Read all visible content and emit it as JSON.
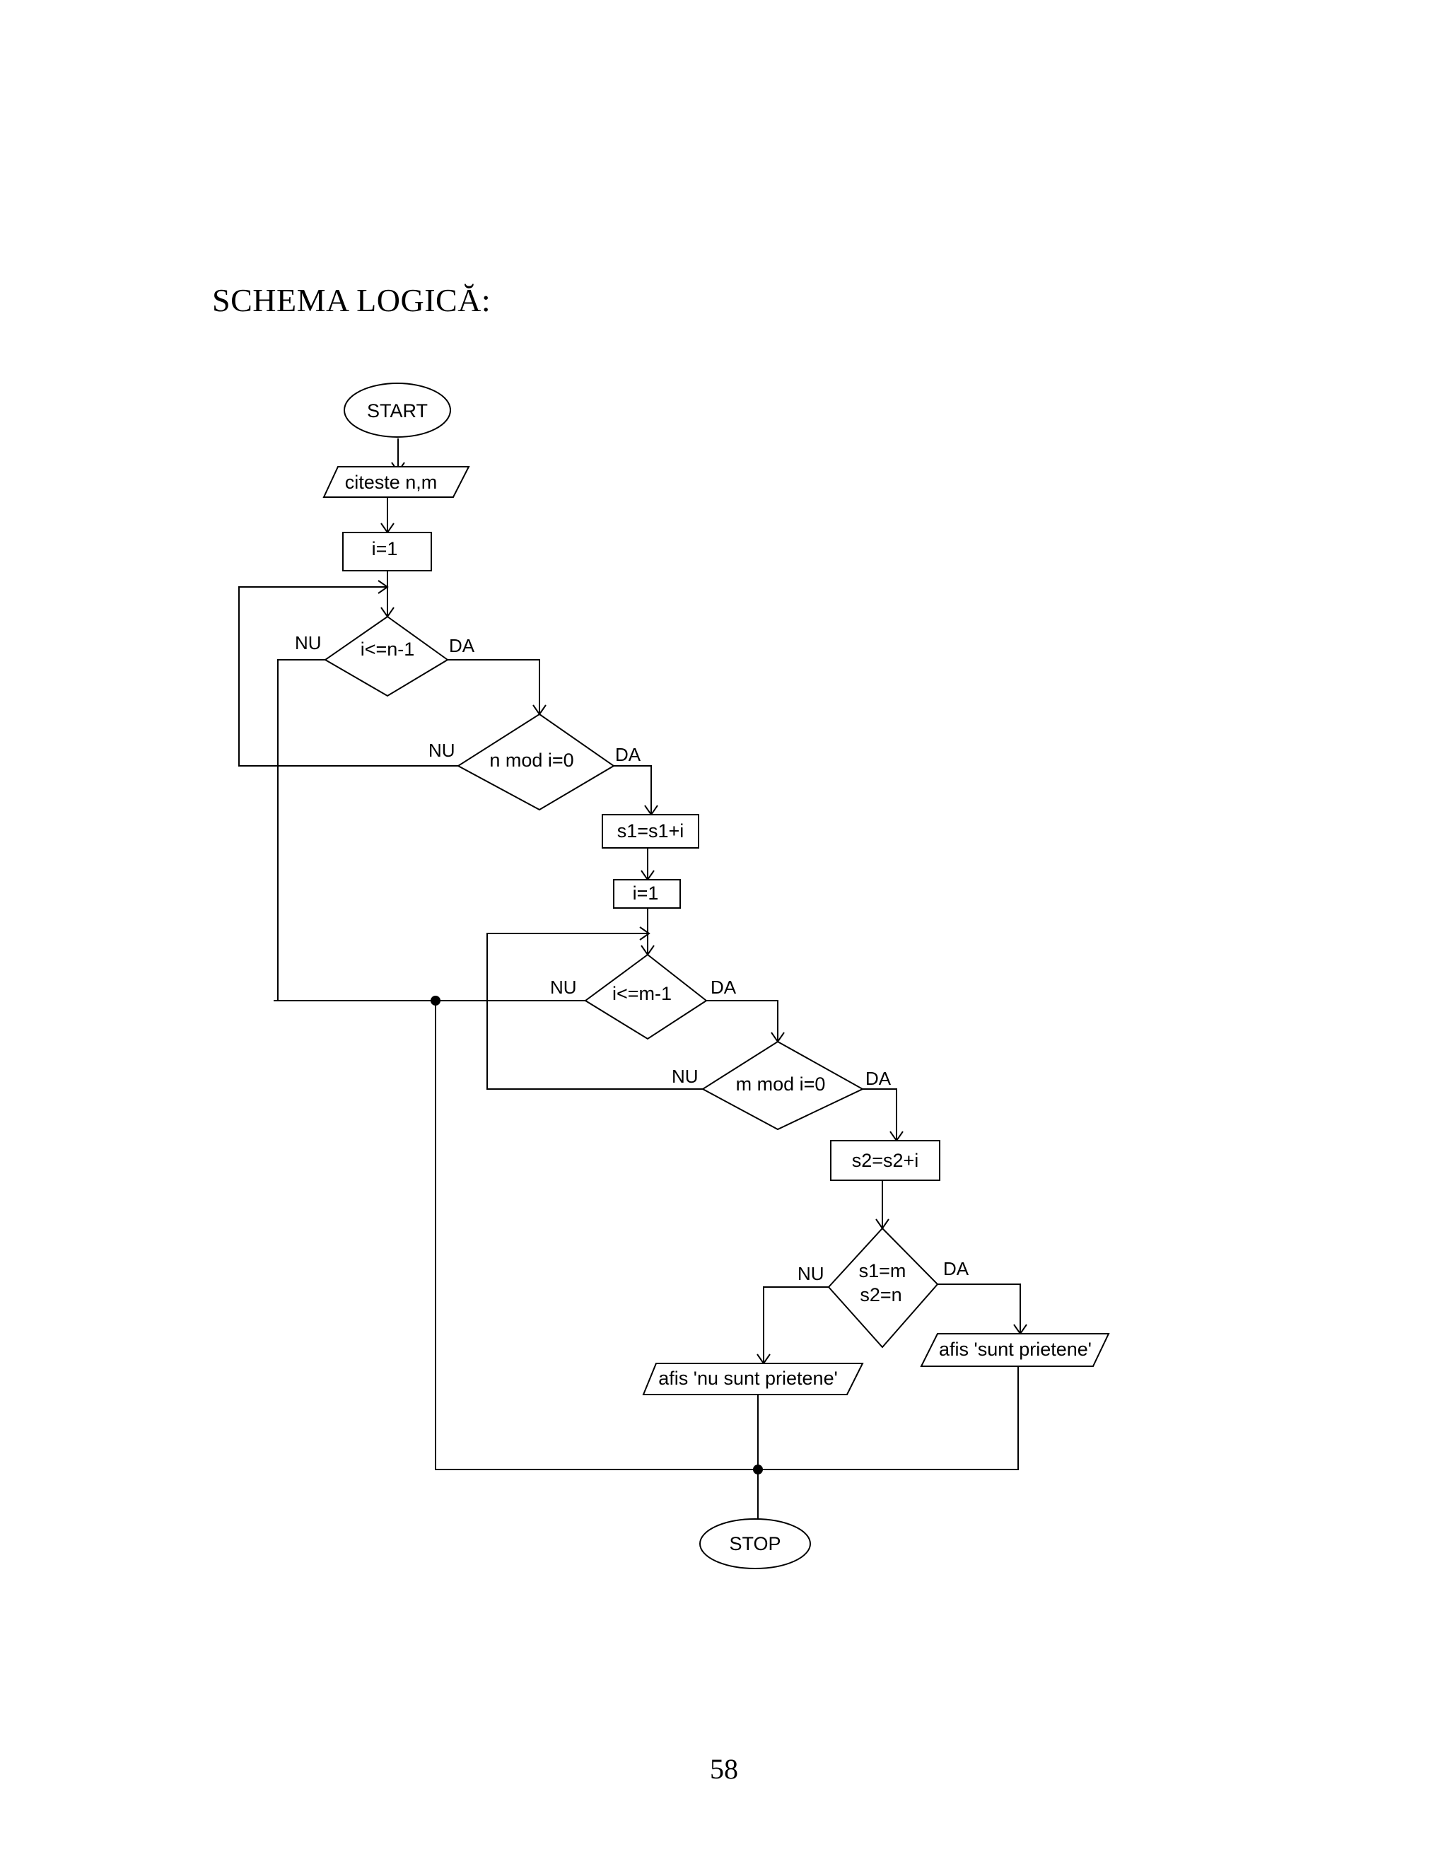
{
  "page": {
    "heading": "SCHEMA LOGICĂ:",
    "page_number": "58"
  },
  "flowchart": {
    "nodes": {
      "start": "START",
      "read_input": "citeste n,m",
      "init_i_first": "i=1",
      "cond_i_le_n_minus_1": "i<=n-1",
      "cond_n_mod_i": "n mod i=0",
      "sum_s1": "s1=s1+i",
      "init_i_second": "i=1",
      "cond_i_le_m_minus_1": "i<=m-1",
      "cond_m_mod_i": "m mod i=0",
      "sum_s2": "s2=s2+i",
      "cond_friends_line1": "s1=m",
      "cond_friends_line2": "s2=n",
      "output_not_friends": "afis 'nu sunt prietene'",
      "output_friends": "afis 'sunt prietene'",
      "stop": "STOP"
    },
    "branch_labels": {
      "no": "NU",
      "yes": "DA"
    }
  }
}
